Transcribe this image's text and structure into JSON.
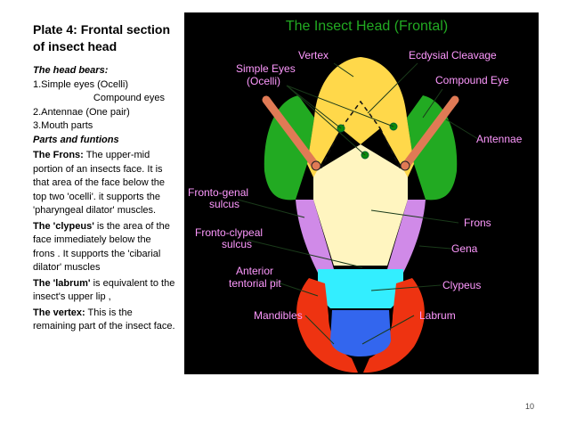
{
  "plate_title": "Plate 4: Frontal section of insect head",
  "bears_heading": "The head bears:",
  "bears_items": [
    "1.Simple eyes (Ocelli)",
    "Compound eyes",
    "2.Antennae (One pair)",
    "3.Mouth parts"
  ],
  "parts_heading": "Parts and funtions",
  "parts": [
    {
      "term": "The Frons:",
      "text": " The upper-mid portion of an insects face. It is that area of the face below the top two 'ocelli'. it supports the 'pharyngeal dilator' muscles."
    },
    {
      "term": "The 'clypeus'",
      "text": " is the area of the face immediately below the frons . It supports the 'cibarial dilator' muscles"
    },
    {
      "term": "The 'labrum'",
      "text": "  is equivalent to the insect's upper lip ,"
    },
    {
      "term": "The vertex:",
      "text": " This is the remaining part of the insect face."
    }
  ],
  "diagram": {
    "title": "The Insect Head (Frontal)",
    "labels": {
      "vertex": "Vertex",
      "ecdysial": "Ecdysial Cleavage",
      "simple_eyes_1": "Simple Eyes",
      "simple_eyes_2": "(Ocelli)",
      "compound_eye": "Compound Eye",
      "antennae": "Antennae",
      "frontogenal_1": "Fronto-genal",
      "frontogenal_2": "sulcus",
      "frons": "Frons",
      "frontoclypeal_1": "Fronto-clypeal",
      "frontoclypeal_2": "sulcus",
      "gena": "Gena",
      "anterior_1": "Anterior",
      "anterior_2": "tentorial pit",
      "clypeus": "Clypeus",
      "mandibles": "Mandibles",
      "labrum": "Labrum"
    },
    "colors": {
      "background": "#000000",
      "title": "#22aa22",
      "label": "#ff99ff",
      "vertex": "#ffd84a",
      "frons": "#fff5c0",
      "compound_eye": "#22aa22",
      "gena": "#d08ae8",
      "clypeus": "#33eeff",
      "mandibles": "#ee3311",
      "labrum": "#3366ee",
      "antenna": "#e07a55"
    }
  },
  "page_number": "10"
}
